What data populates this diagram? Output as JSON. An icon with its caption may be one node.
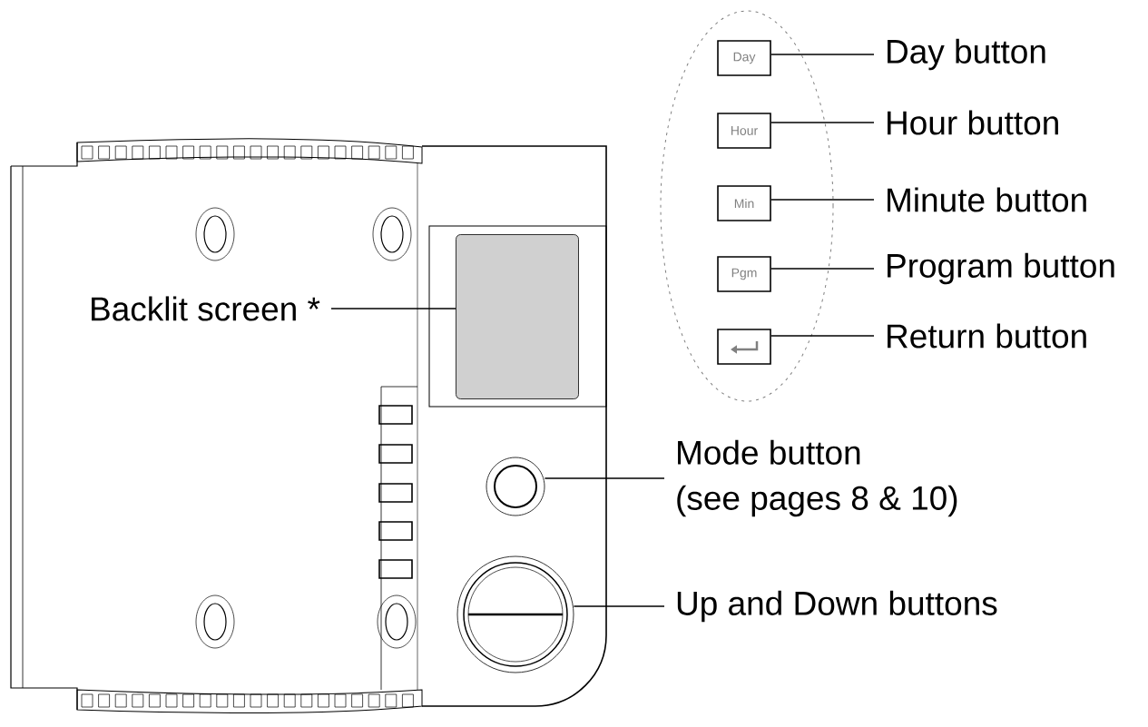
{
  "diagram": {
    "nodes": [
      {
        "text": [
          "Backlit screen *"
        ]
      },
      {
        "text": [],
        "shape": "box"
      },
      {
        "text": [],
        "shape": "circle"
      },
      {
        "text": [
          "Up and Down buttons"
        ]
      },
      {
        "text": [],
        "shape": "circle"
      },
      {
        "text": [
          "Mode button",
          "(see pages 8 & 10)"
        ]
      },
      {
        "text": [
          "Day"
        ]
      },
      {
        "text": [
          "Day button"
        ]
      },
      {
        "text": [
          "Hour"
        ]
      },
      {
        "text": [
          "Hour button"
        ]
      },
      {
        "text": [
          "Min"
        ]
      },
      {
        "text": [
          "Minute button"
        ]
      },
      {
        "text": [
          "Pgm"
        ]
      },
      {
        "text": [
          "Program button"
        ]
      },
      {
        "text": [],
        "shape": "box"
      },
      {
        "text": [
          "Return button"
        ]
      }
    ],
    "edges": [
      {
        "from": 0,
        "to": 1,
        "arrow": "none"
      },
      {
        "from": 3,
        "to": 2,
        "arrow": "none"
      },
      {
        "from": 5,
        "to": 4,
        "arrow": "none"
      },
      {
        "from": 7,
        "to": 6,
        "arrow": "none"
      },
      {
        "from": 9,
        "to": 8,
        "arrow": "none"
      },
      {
        "from": 11,
        "to": 10,
        "arrow": "none"
      },
      {
        "from": 13,
        "to": 12,
        "arrow": "none"
      },
      {
        "from": 15,
        "to": 14,
        "arrow": "none"
      }
    ]
  }
}
